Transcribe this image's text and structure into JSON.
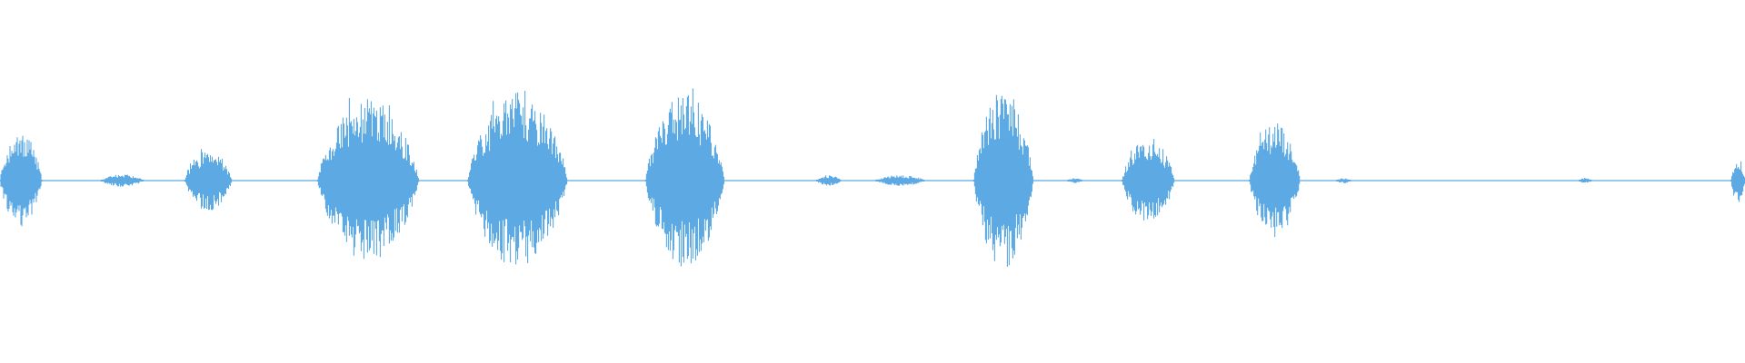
{
  "waveform": {
    "color": "#5DA9E4",
    "background": "#FFFFFF",
    "max_amplitude": 1.0,
    "duration_fraction_note_free": true,
    "segments": [
      {
        "start": 0.0,
        "end": 0.024,
        "amplitude": 0.52
      },
      {
        "start": 0.058,
        "end": 0.082,
        "amplitude": 0.07
      },
      {
        "start": 0.106,
        "end": 0.133,
        "amplitude": 0.35
      },
      {
        "start": 0.182,
        "end": 0.24,
        "amplitude": 0.92
      },
      {
        "start": 0.268,
        "end": 0.325,
        "amplitude": 1.0
      },
      {
        "start": 0.37,
        "end": 0.415,
        "amplitude": 0.98
      },
      {
        "start": 0.468,
        "end": 0.482,
        "amplitude": 0.06
      },
      {
        "start": 0.502,
        "end": 0.53,
        "amplitude": 0.06
      },
      {
        "start": 0.558,
        "end": 0.592,
        "amplitude": 1.0
      },
      {
        "start": 0.612,
        "end": 0.62,
        "amplitude": 0.03
      },
      {
        "start": 0.643,
        "end": 0.673,
        "amplitude": 0.49
      },
      {
        "start": 0.716,
        "end": 0.745,
        "amplitude": 0.66
      },
      {
        "start": 0.766,
        "end": 0.774,
        "amplitude": 0.03
      },
      {
        "start": 0.905,
        "end": 0.912,
        "amplitude": 0.03
      },
      {
        "start": 0.992,
        "end": 1.0,
        "amplitude": 0.26
      }
    ]
  }
}
